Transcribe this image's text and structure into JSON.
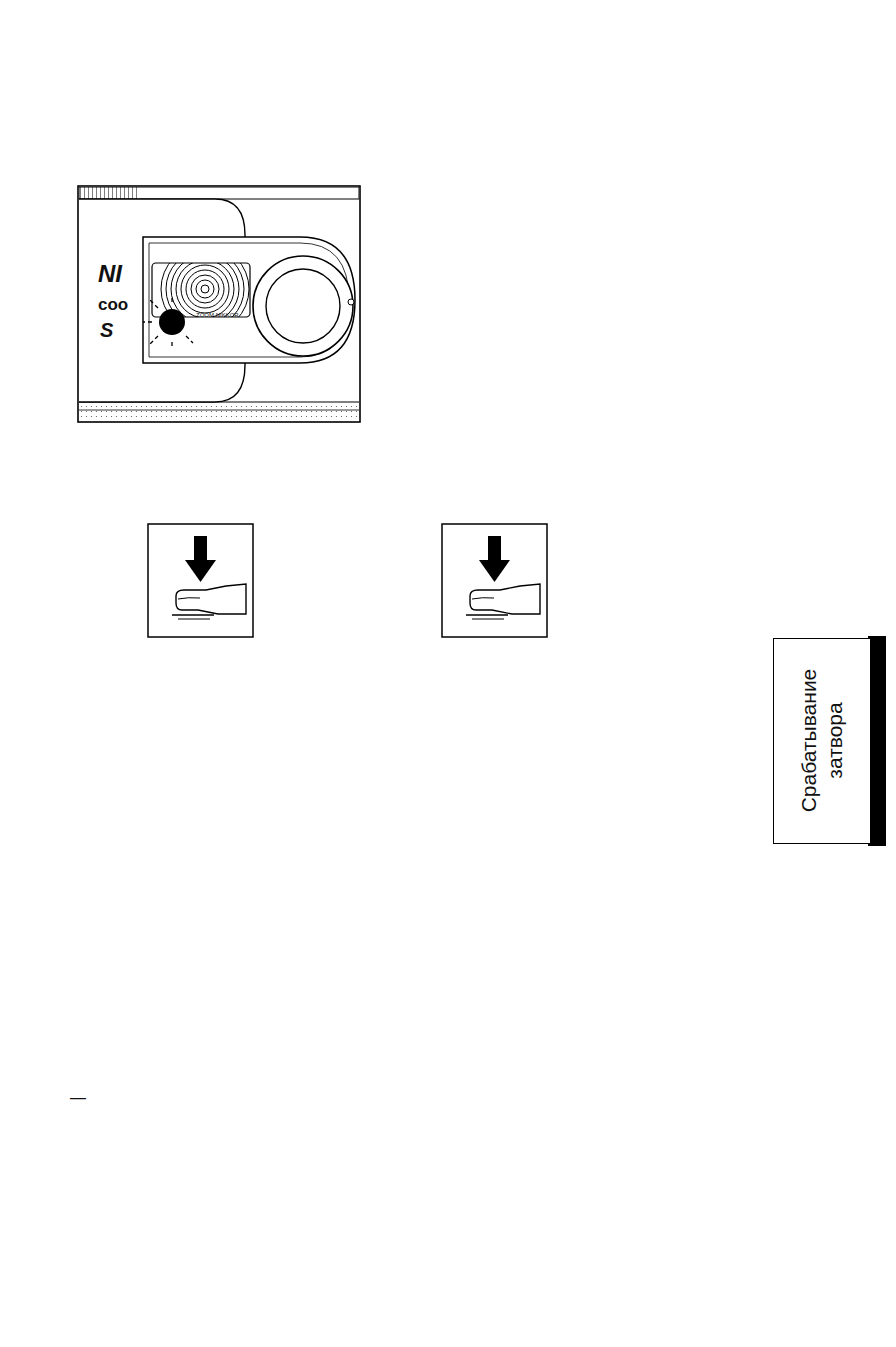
{
  "diagram": {
    "nodes": [
      {
        "text": [
          "Срабатывание затвора"
        ]
      }
    ],
    "labels": [
      "NI",
      "coo",
      "S",
      "ZOOM NIKKOR",
      "—"
    ]
  }
}
